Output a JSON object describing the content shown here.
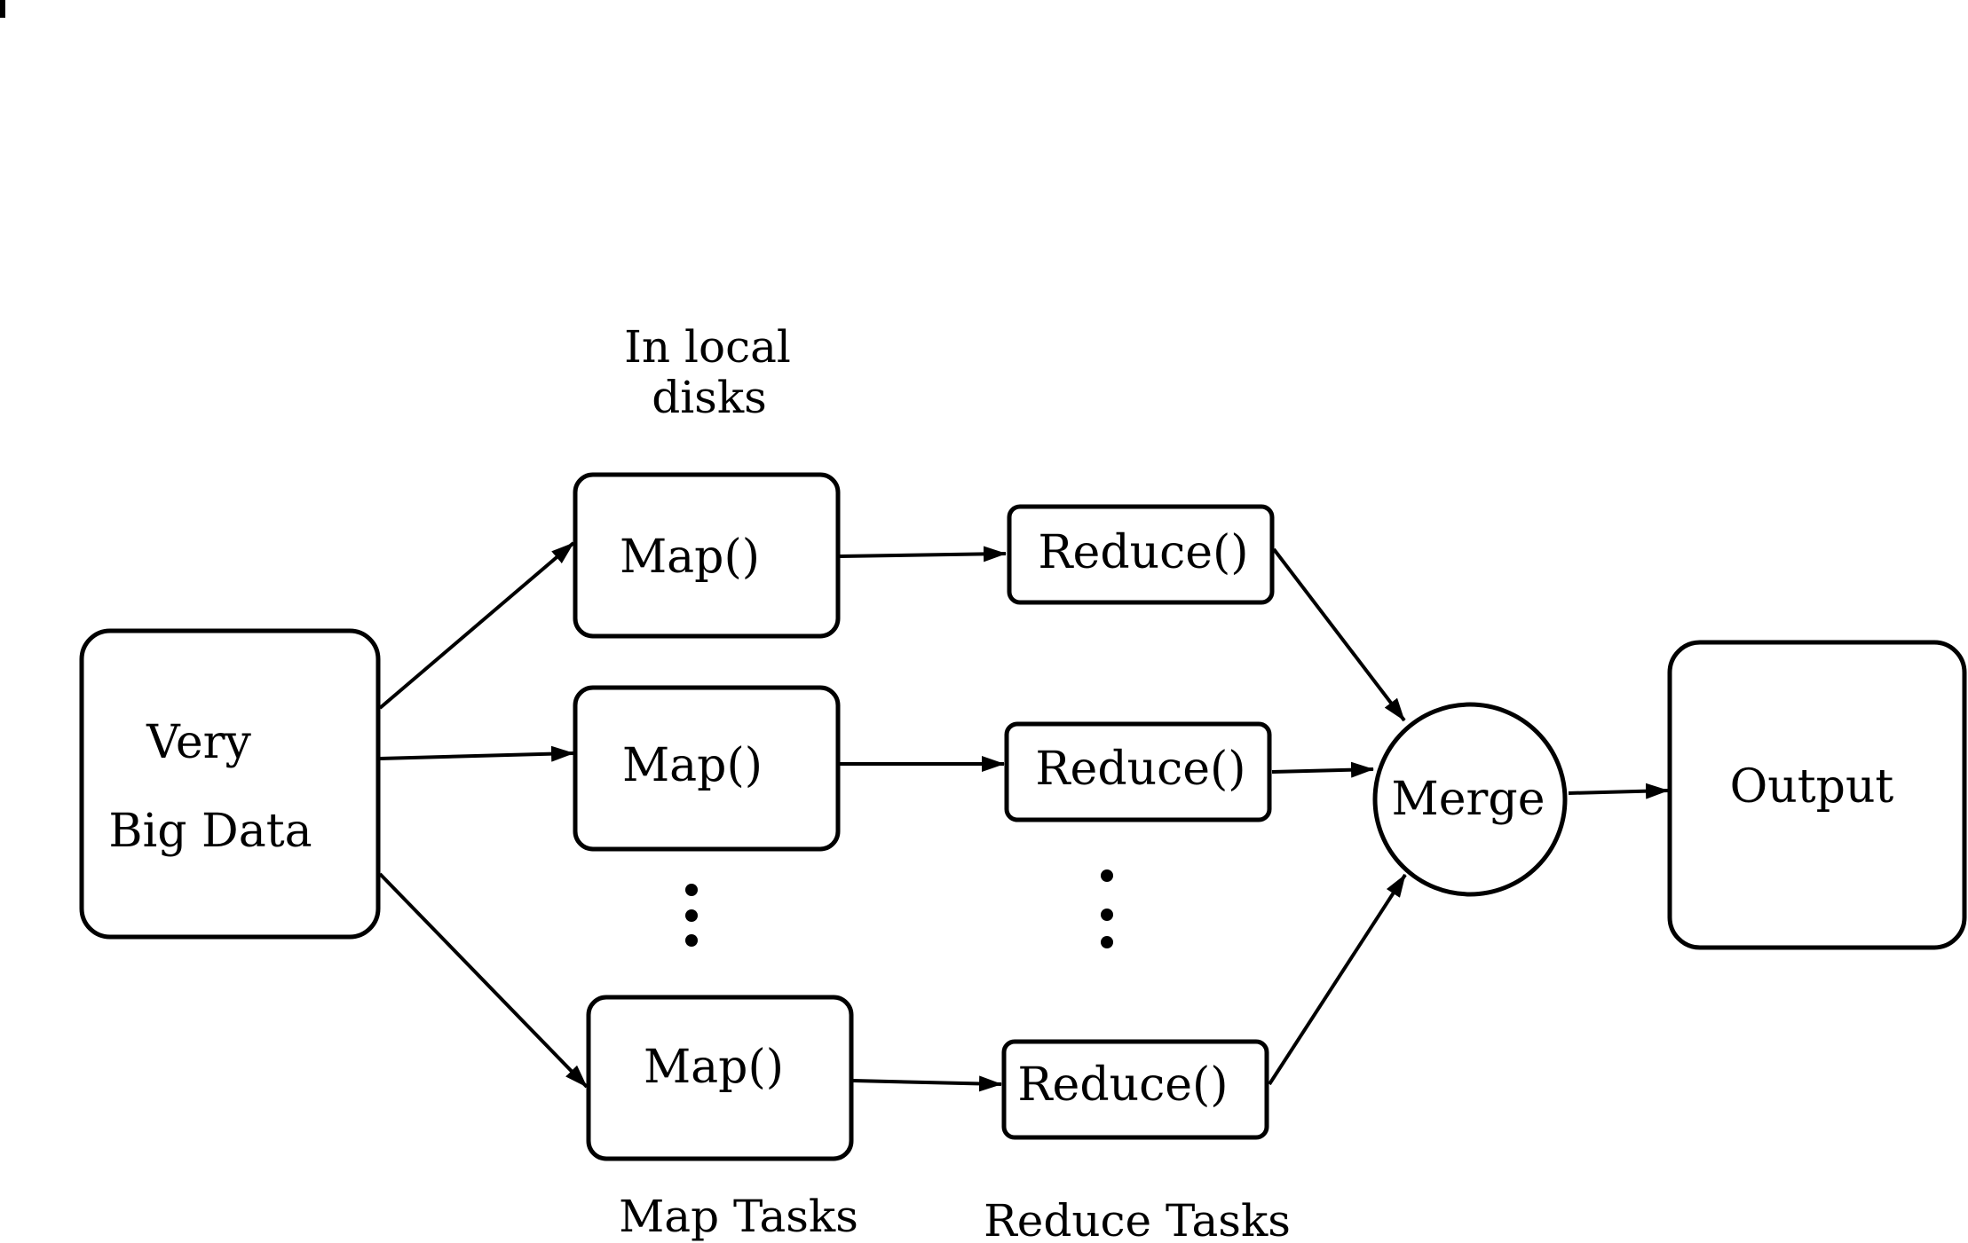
{
  "diagram": {
    "colors": {
      "stroke": "#000000",
      "background": "#ffffff"
    },
    "nodes": {
      "input": {
        "line1": "Very",
        "line2": "Big Data"
      },
      "map1": {
        "label": "Map()"
      },
      "map2": {
        "label": "Map()"
      },
      "map3": {
        "label": "Map()"
      },
      "reduce1": {
        "label": "Reduce()"
      },
      "reduce2": {
        "label": "Reduce()"
      },
      "reduce3": {
        "label": "Reduce()"
      },
      "merge": {
        "label": "Merge"
      },
      "output": {
        "label": "Output"
      }
    },
    "annotations": {
      "local_disks_line1": "In local",
      "local_disks_line2": "disks",
      "map_tasks": "Map Tasks",
      "reduce_tasks": "Reduce Tasks"
    },
    "edges": [
      {
        "from": "input",
        "to": "map1"
      },
      {
        "from": "input",
        "to": "map2"
      },
      {
        "from": "input",
        "to": "map3"
      },
      {
        "from": "map1",
        "to": "reduce1"
      },
      {
        "from": "map2",
        "to": "reduce2"
      },
      {
        "from": "map3",
        "to": "reduce3"
      },
      {
        "from": "reduce1",
        "to": "merge"
      },
      {
        "from": "reduce2",
        "to": "merge"
      },
      {
        "from": "reduce3",
        "to": "merge"
      },
      {
        "from": "merge",
        "to": "output"
      }
    ]
  }
}
